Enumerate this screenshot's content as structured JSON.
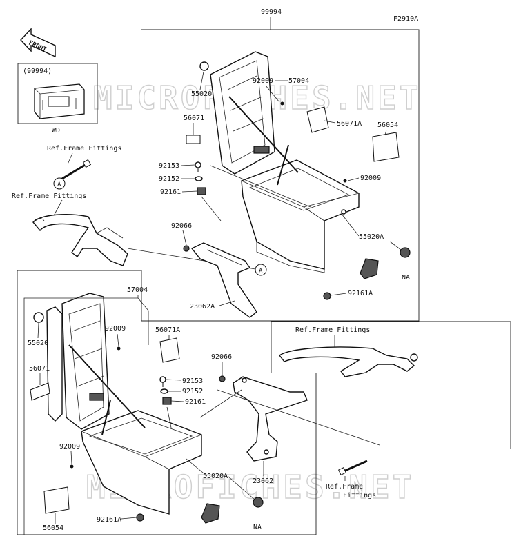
{
  "figure_code": "F2910A",
  "front_label": "FRONT",
  "watermark": "MICROFICHES.NET",
  "assembly": {
    "number": "99994",
    "inset_number": "(99994)",
    "inset_note": "WD"
  },
  "callouts": {
    "a_marker": "A",
    "ref_frame_fittings": "Ref.Frame Fittings",
    "ref_frame": "Ref.Frame",
    "fittings": "Fittings",
    "na": "NA"
  },
  "parts": {
    "p57004": "57004",
    "p92009": "92009",
    "p55020": "55020",
    "p55020A": "55020A",
    "p56071": "56071",
    "p56071A": "56071A",
    "p56054": "56054",
    "p92153": "92153",
    "p92152": "92152",
    "p92161": "92161",
    "p92161A": "92161A",
    "p92066": "92066",
    "p23062": "23062",
    "p23062A": "23062A"
  }
}
